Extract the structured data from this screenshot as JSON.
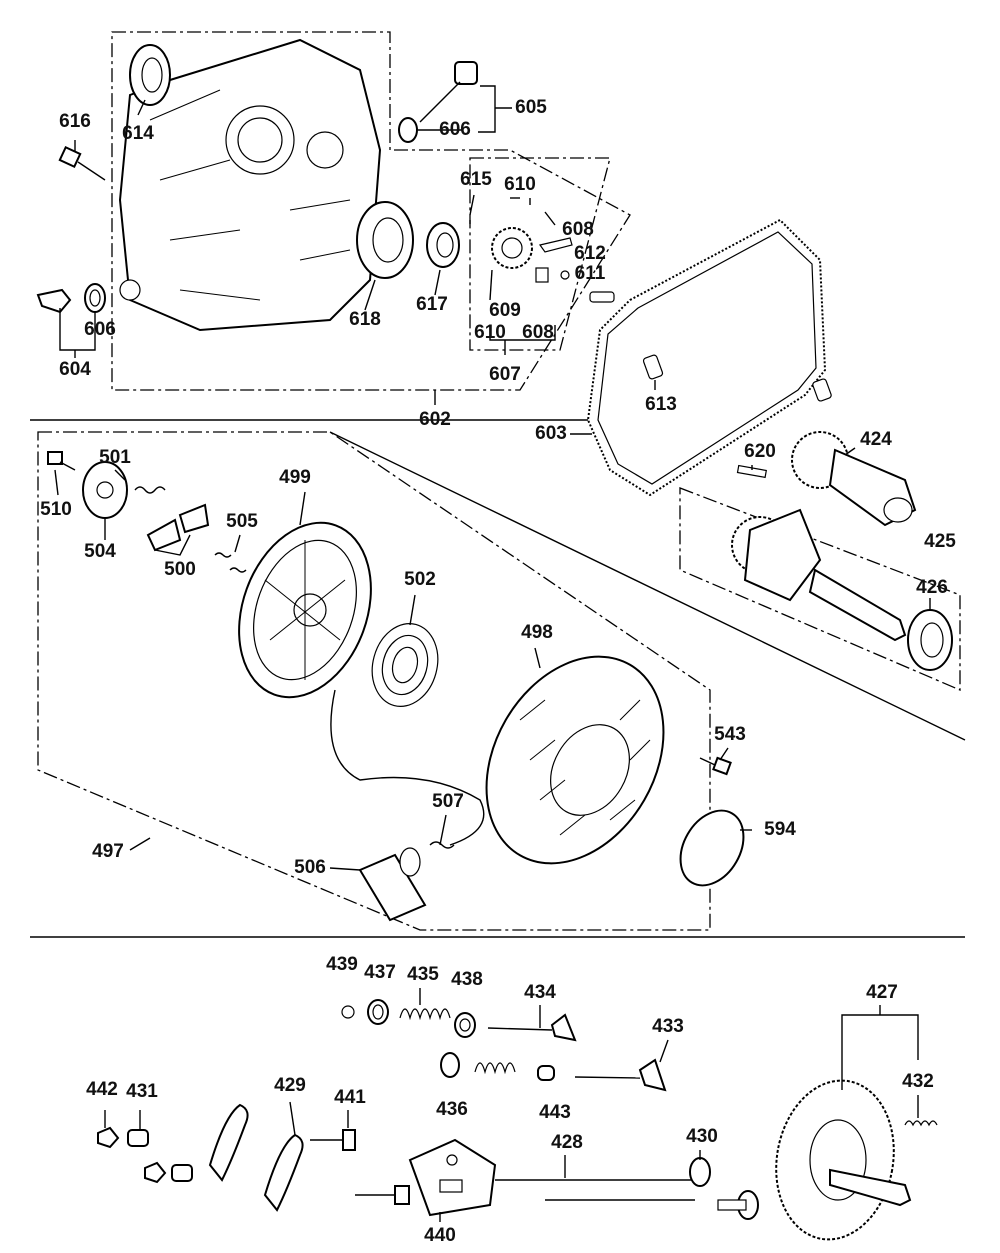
{
  "diagram": {
    "type": "exploded-parts-diagram",
    "callouts": {
      "p616": "616",
      "p614": "614",
      "p605": "605",
      "p606a": "606",
      "p615": "615",
      "p610a": "610",
      "p608a": "608",
      "p612": "612",
      "p611": "611",
      "p609": "609",
      "p610b": "610",
      "p608b": "608",
      "p607": "607",
      "p618": "618",
      "p617": "617",
      "p604": "604",
      "p606b": "606",
      "p602": "602",
      "p603": "603",
      "p613": "613",
      "p424": "424",
      "p620": "620",
      "p425": "425",
      "p426": "426",
      "p501": "501",
      "p510": "510",
      "p504": "504",
      "p500": "500",
      "p505": "505",
      "p499": "499",
      "p502": "502",
      "p498": "498",
      "p543": "543",
      "p594": "594",
      "p507": "507",
      "p506": "506",
      "p497": "497",
      "p439": "439",
      "p437": "437",
      "p435": "435",
      "p438": "438",
      "p434": "434",
      "p433": "433",
      "p427": "427",
      "p432": "432",
      "p436": "436",
      "p443": "443",
      "p442": "442",
      "p431": "431",
      "p429": "429",
      "p441": "441",
      "p428": "428",
      "p430": "430",
      "p440": "440"
    }
  }
}
